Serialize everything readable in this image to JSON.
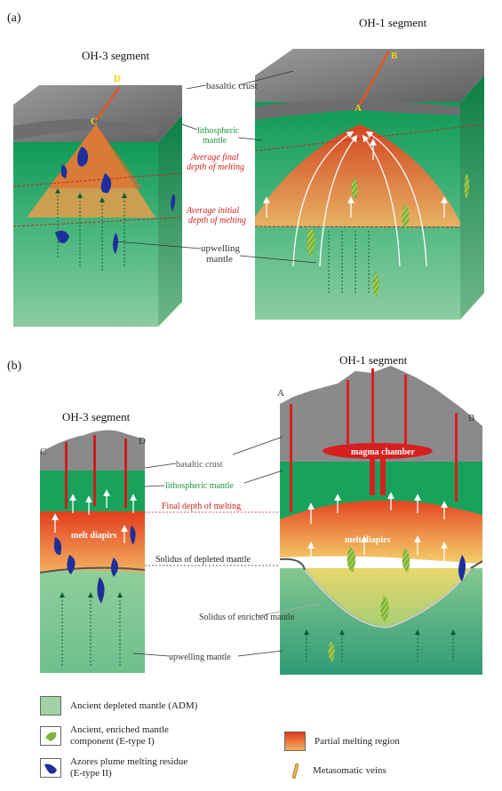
{
  "panel_a": {
    "letter": "(a)",
    "left_segment": "OH-3 segment",
    "right_segment": "OH-1 segment",
    "points": [
      "A",
      "B",
      "C",
      "D"
    ],
    "labels": {
      "basaltic_crust": "basaltic crust",
      "lithospheric_mantle_l1": "lithospheric",
      "lithospheric_mantle_l2": "mantle",
      "final_depth_l1": "Average final",
      "final_depth_l2": "depth of melting",
      "initial_depth_l1": "Average initial",
      "initial_depth_l2": "depth of melting",
      "upwelling_l1": "upwelling",
      "upwelling_l2": "mantle"
    }
  },
  "panel_b": {
    "letter": "(b)",
    "left_segment": "OH-3 segment",
    "right_segment": "OH-1 segment",
    "points": [
      "A",
      "B",
      "C",
      "D"
    ],
    "labels": {
      "basaltic_crust": "basaltic crust",
      "lithospheric_mantle": "lithospheric mantle",
      "final_depth": "Final depth of melting",
      "solidus_depleted": "Solidus of depleted mantle",
      "solidus_enriched": "Solidus of enriched mantle",
      "upwelling_mantle": "upwelling mantle",
      "magma_chamber": "magma chamber",
      "melt_diapirs": "melt diapirs"
    }
  },
  "legend": {
    "adm": "Ancient depleted mantle (ADM)",
    "etype1_l1": "Ancient, enriched mantle",
    "etype1_l2": "component (E-type I)",
    "etype2_l1": "Azores plume melting residue",
    "etype2_l2": "(E-type II)",
    "partial_melting": "Partial melting region",
    "veins": "Metasomatic veins"
  },
  "colors": {
    "crust": "#7b7b7d",
    "lithosphere": "#17a35c",
    "adm": "#9fd3a6",
    "melting_top": "#e2471f",
    "melting_bottom": "#f0a655",
    "enriched": "#7cb342",
    "plume_residue": "#1d2f9c",
    "dike": "#d81f1f"
  }
}
